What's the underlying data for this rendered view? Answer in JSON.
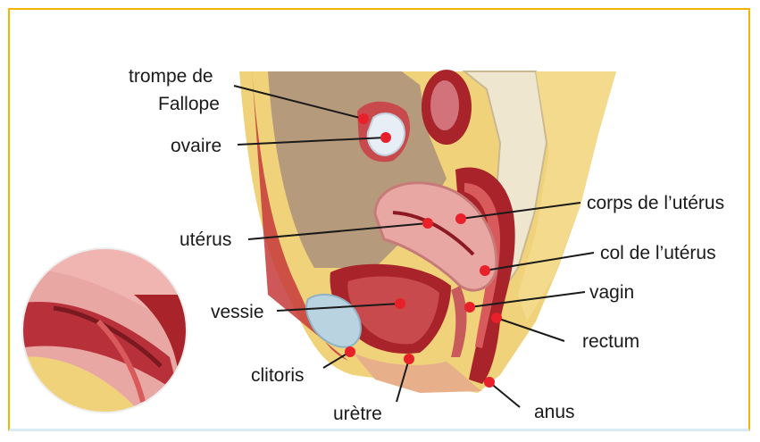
{
  "labels": {
    "trompe": [
      "trompe de",
      "Fallope"
    ],
    "ovaire": "ovaire",
    "uterus": "utérus",
    "vessie": "vessie",
    "clitoris": "clitoris",
    "uretre": "urètre",
    "corps": "corps de l’utérus",
    "col": "col de l’utérus",
    "vagin": "vagin",
    "rectum": "rectum",
    "anus": "anus"
  },
  "colors": {
    "border": "#f4b400",
    "leader_line": "#1a1a1a",
    "marker": "#e8202a",
    "tissue_pink": "#e9a7a4",
    "tissue_red": "#a8232a",
    "fat_yellow": "#f0d27a",
    "cavity": "#b69a7c",
    "bladder_blue": "#b9d3e0"
  }
}
